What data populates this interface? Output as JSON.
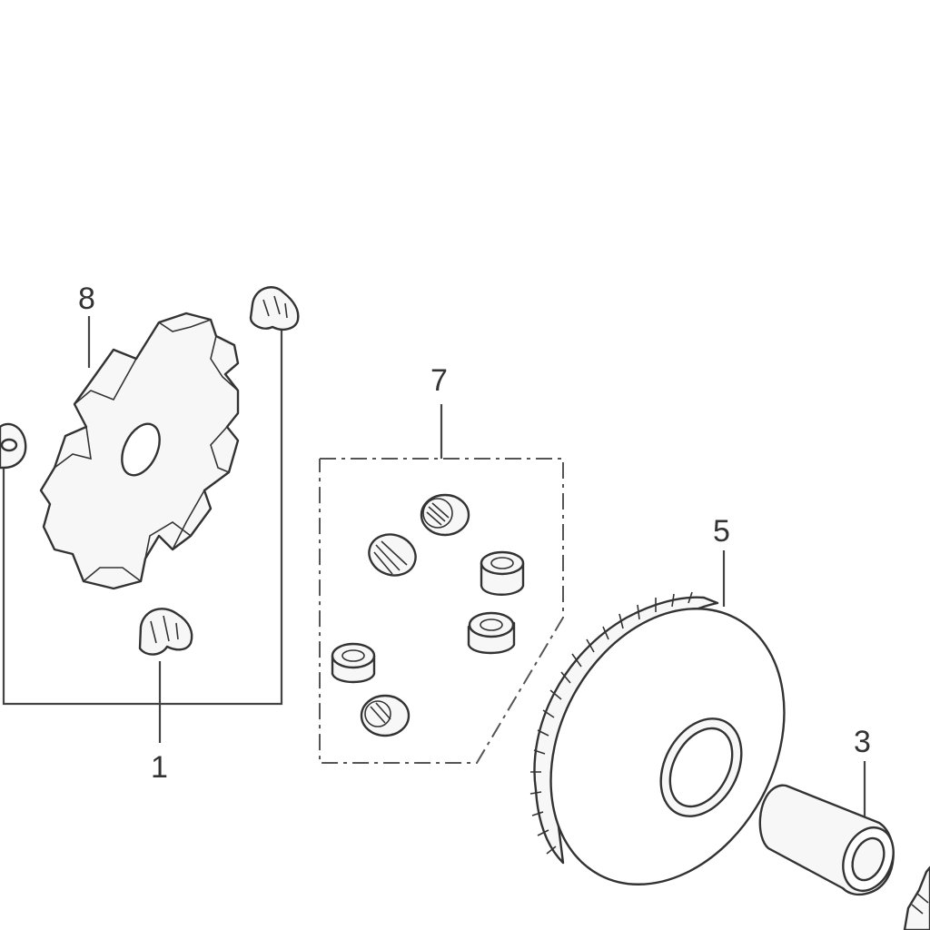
{
  "callouts": {
    "part_1": "1",
    "part_3": "3",
    "part_5": "5",
    "part_7": "7",
    "part_8": "8"
  },
  "colors": {
    "line": "#333333",
    "background": "#ffffff",
    "part_fill": "#f7f7f7"
  }
}
